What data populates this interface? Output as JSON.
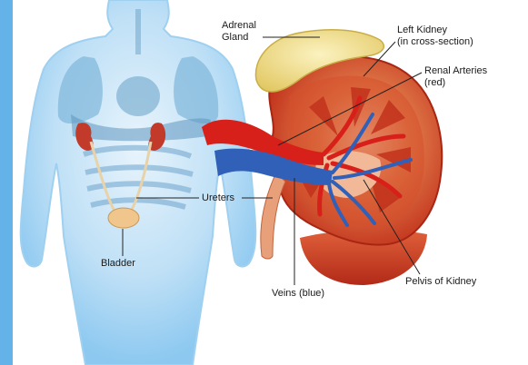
{
  "labels": {
    "adrenal_gland": "Adrenal\nGland",
    "left_kidney": "Left Kidney\n(in cross-section)",
    "renal_arteries": "Renal Arteries\n(red)",
    "ureters": "Ureters",
    "bladder": "Bladder",
    "veins": "Veins (blue)",
    "pelvis": "Pelvis of Kidney"
  },
  "colors": {
    "side_strip": "#63b3e8",
    "body_glow": "#8cc8f0",
    "kidney_cortex": "#d8462a",
    "kidney_medulla": "#c8321e",
    "artery": "#d8201a",
    "vein": "#3060b8",
    "adrenal": "#f0df8a",
    "leader_line": "#222222"
  }
}
